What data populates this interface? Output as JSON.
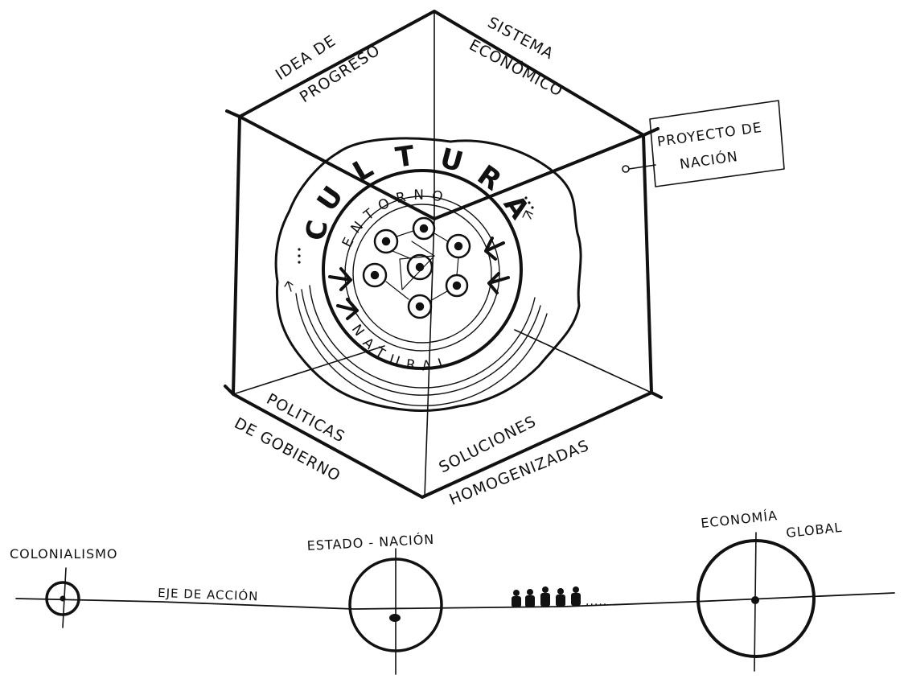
{
  "cube_faces": {
    "top_left": [
      "IDEA DE",
      "PROGRESO"
    ],
    "top_right": [
      "SISTEMA",
      "ECONÓMICO"
    ],
    "bottom_left": [
      "POLITICAS",
      "DE GOBIERNO"
    ],
    "bottom_right": [
      "SOLUCIONES",
      "HOMOGENIZADAS"
    ]
  },
  "callout": [
    "PROYECTO DE",
    "NACIÓN"
  ],
  "center": {
    "culture_letters": [
      "C",
      "U",
      "L",
      "T",
      "U",
      "R",
      "A"
    ],
    "inner_top": "ENTORNO",
    "inner_bottom": "NATURAL"
  },
  "timeline": {
    "axis_label": "EJE DE ACCIÓN",
    "stages": [
      "COLONIALISMO",
      "ESTADO - NACIÓN",
      "ECONOMÍA",
      "GLOBAL"
    ],
    "ellipsis": "....."
  }
}
